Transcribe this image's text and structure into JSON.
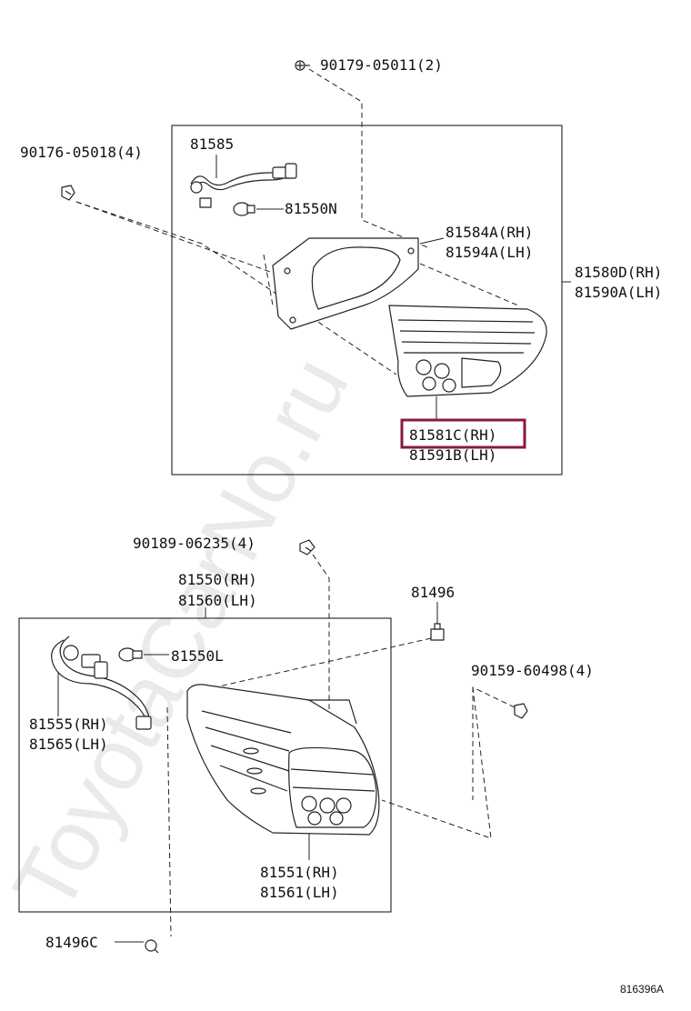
{
  "watermark": "ToyotaCarNo.ru",
  "diagram_code": "816396A",
  "highlight_color": "#8b1a3a",
  "labels": {
    "p90179": "90179-05011(2)",
    "p90176": "90176-05018(4)",
    "p81585": "81585",
    "p81550n": "81550N",
    "p81584a": "81584A(RH)",
    "p81594a": "81594A(LH)",
    "p81580d": "81580D(RH)",
    "p81590a": "81590A(LH)",
    "p81581c": "81581C(RH)",
    "p81591b": "81591B(LH)",
    "p90189": "90189-06235(4)",
    "p81550": "81550(RH)",
    "p81560": "81560(LH)",
    "p81496": "81496",
    "p81550l": "81550L",
    "p90159": "90159-60498(4)",
    "p81555": "81555(RH)",
    "p81565": "81565(LH)",
    "p81551": "81551(RH)",
    "p81561": "81561(LH)",
    "p81496c": "81496C"
  }
}
